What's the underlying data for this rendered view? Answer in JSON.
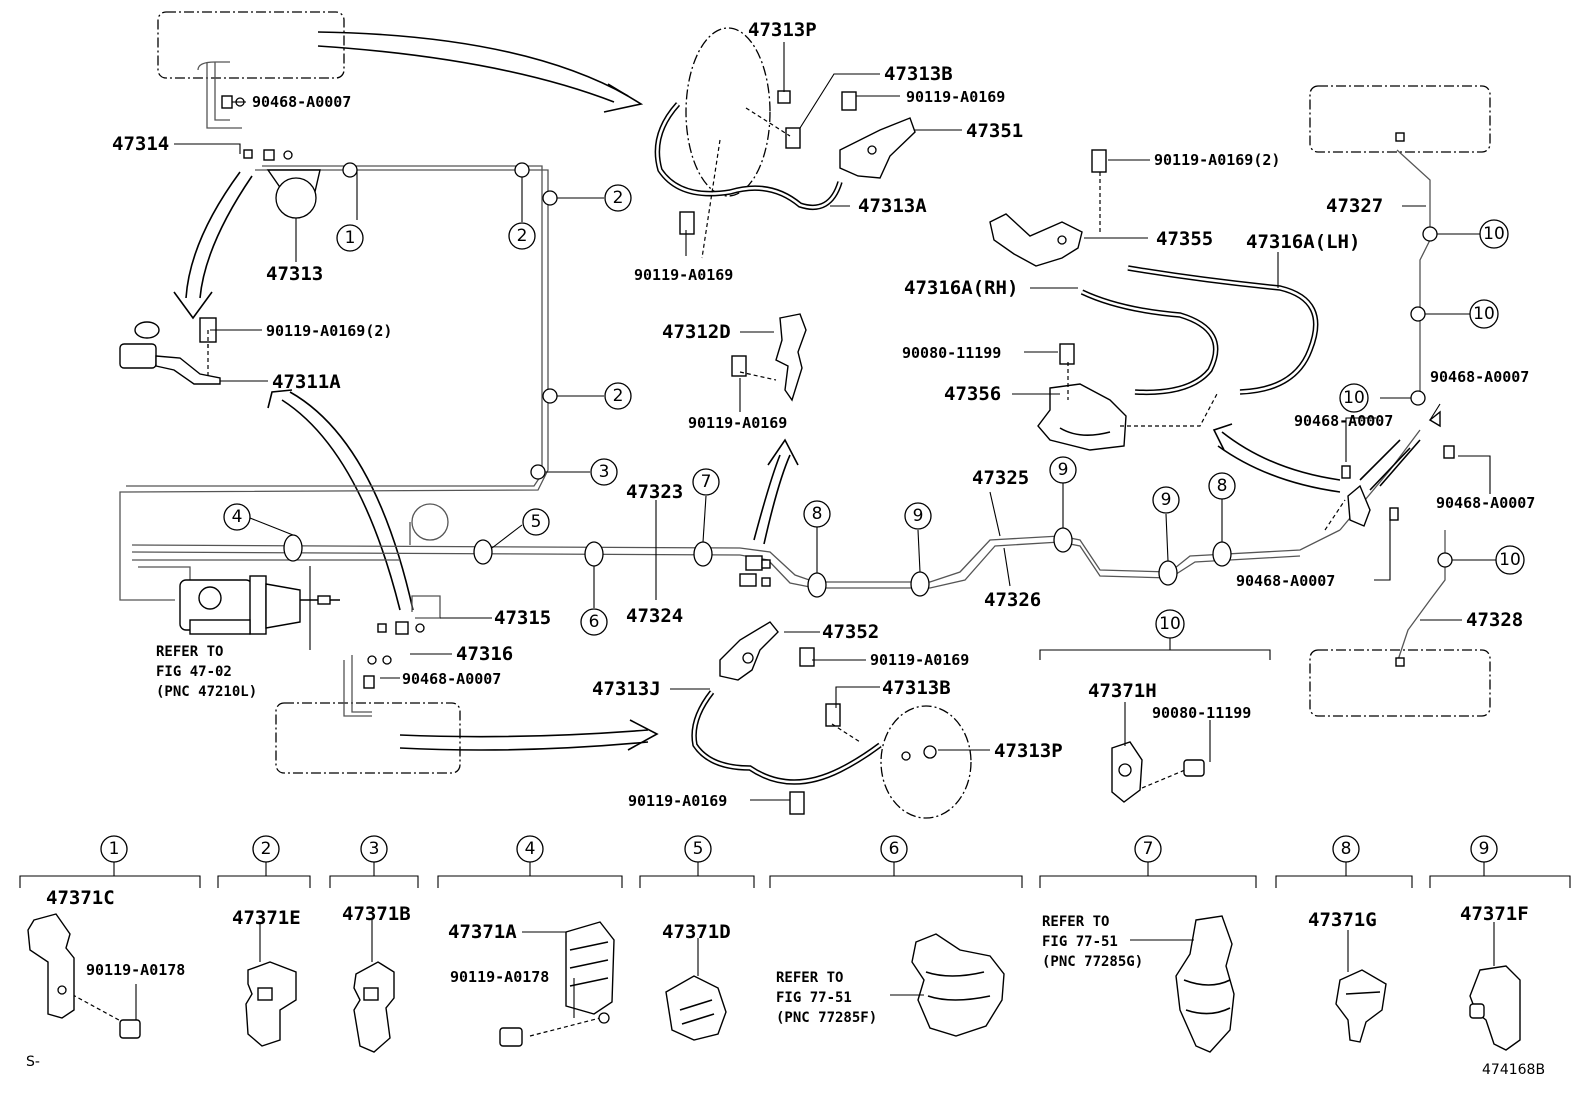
{
  "diagram_id": "474168B",
  "corner_mark": "S-",
  "labels": {
    "p47313P_top": "47313P",
    "p47313B_top": "47313B",
    "p90119_a0169_top": "90119-A0169",
    "p47351": "47351",
    "p47313A": "47313A",
    "p90119_a0169_mid": "90119-A0169",
    "p90468_a0007_tl": "90468-A0007",
    "p47314": "47314",
    "p47313": "47313",
    "p90119_a0169_2_left": "90119-A0169(2)",
    "p47311A": "47311A",
    "p47312D": "47312D",
    "p90119_a0169_center": "90119-A0169",
    "p90119_a0169_2_right": "90119-A0169(2)",
    "p47355": "47355",
    "p47316A_LH": "47316A(LH)",
    "p47316A_RH": "47316A(RH)",
    "p90080_11199_mid": "90080-11199",
    "p47356": "47356",
    "p47327": "47327",
    "p90468_a0007_r1": "90468-A0007",
    "p90468_a0007_r2": "90468-A0007",
    "p90468_a0007_r3": "90468-A0007",
    "p90468_a0007_r4": "90468-A0007",
    "p47328": "47328",
    "p47323": "47323",
    "p47324": "47324",
    "p47325": "47325",
    "p47326": "47326",
    "p47315": "47315",
    "p47316": "47316",
    "p90468_a0007_bl": "90468-A0007",
    "p47352": "47352",
    "p90119_a0169_lower": "90119-A0169",
    "p47313J": "47313J",
    "p47313B_low": "47313B",
    "p47313P_low": "47313P",
    "p90119_a0169_bottom": "90119-A0169",
    "p47371H": "47371H",
    "p90080_11199_right": "90080-11199",
    "refer_main_1": "REFER TO",
    "refer_main_2": "FIG 47-02",
    "refer_main_3": "(PNC 47210L)",
    "p47371C": "47371C",
    "p90119_a0178_1": "90119-A0178",
    "p47371E": "47371E",
    "p47371B": "47371B",
    "p47371A": "47371A",
    "p90119_a0178_4": "90119-A0178",
    "p47371D": "47371D",
    "refer6_1": "REFER TO",
    "refer6_2": "FIG 77-51",
    "refer6_3": "(PNC 77285F)",
    "refer7_1": "REFER TO",
    "refer7_2": "FIG 77-51",
    "refer7_3": "(PNC 77285G)",
    "p47371G": "47371G",
    "p47371F": "47371F"
  },
  "callouts": {
    "c1": "1",
    "c2": "2",
    "c3": "3",
    "c4": "4",
    "c5": "5",
    "c6": "6",
    "c7": "7",
    "c8": "8",
    "c9": "9",
    "c10": "10"
  }
}
